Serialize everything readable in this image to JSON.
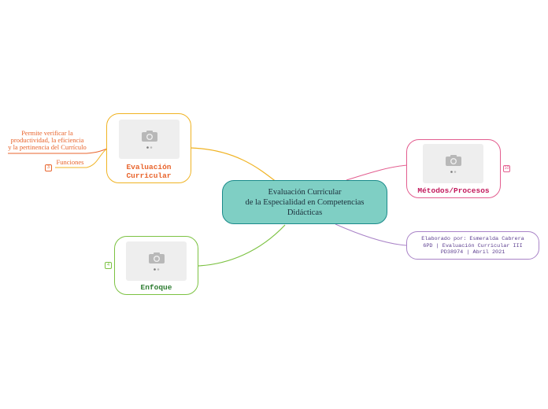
{
  "central": {
    "line1": "Evaluación Curricular",
    "line2": "de la Especialidad en Competencias",
    "line3": "Didácticas"
  },
  "nodes": {
    "evaluacion": {
      "line1": "Evaluación",
      "line2": "Curricular",
      "color": "#f0b323",
      "text_color": "#e8642c"
    },
    "metodos": {
      "label": "Métodos/Procesos",
      "badge": "10",
      "color": "#e35d8f",
      "text_color": "#c2185b"
    },
    "enfoque": {
      "label": "Enfoque",
      "badge": "4",
      "color": "#7cc242",
      "text_color": "#2e7d32"
    },
    "credits": {
      "line1": "Elaborado por: Esmeralda Cabrera",
      "line2": "6PD | Evaluación Curricular III",
      "line3": "PD38974 | Abril 2021",
      "color": "#a983c7",
      "text_color": "#5b3d8f"
    }
  },
  "subtopics": {
    "permite": {
      "line1": "Permite verificar la",
      "line2": "productividad, la eficiencia",
      "line3": "y la pertinencia del Currículo"
    },
    "funciones": {
      "label": "Funciones",
      "badge": "3"
    }
  },
  "colors": {
    "central_fill": "#7fcfc4",
    "central_border": "#1a8a8a",
    "orange": "#e8642c"
  }
}
